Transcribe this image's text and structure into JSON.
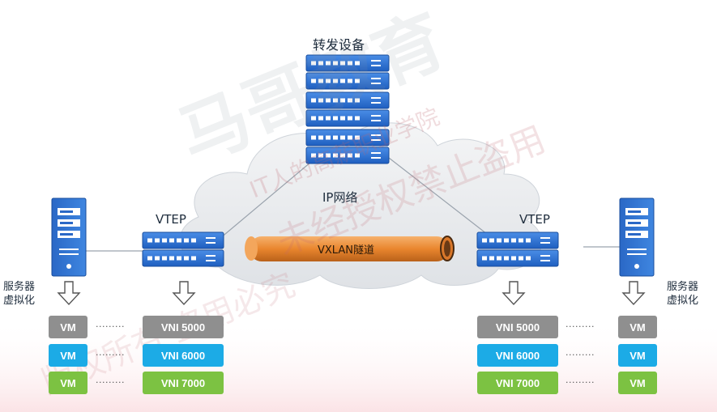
{
  "labels": {
    "forward_device": "转发设备",
    "ip_network": "IP网络",
    "vtep_left": "VTEP",
    "vtep_right": "VTEP",
    "tunnel": "VXLAN隧道",
    "server_virt_left": "服务器\n虚拟化",
    "server_virt_right": "服务器\n虚拟化"
  },
  "left_vms": [
    {
      "label": "VM",
      "color": "#8f8f8f"
    },
    {
      "label": "VM",
      "color": "#1cabe6"
    },
    {
      "label": "VM",
      "color": "#7cc242"
    }
  ],
  "left_vnis": [
    {
      "label": "VNI 5000",
      "color": "#8f8f8f"
    },
    {
      "label": "VNI 6000",
      "color": "#1cabe6"
    },
    {
      "label": "VNI 7000",
      "color": "#7cc242"
    }
  ],
  "right_vnis": [
    {
      "label": "VNI 5000",
      "color": "#8f8f8f"
    },
    {
      "label": "VNI 6000",
      "color": "#1cabe6"
    },
    {
      "label": "VNI 7000",
      "color": "#7cc242"
    }
  ],
  "right_vms": [
    {
      "label": "VM",
      "color": "#8f8f8f"
    },
    {
      "label": "VM",
      "color": "#1cabe6"
    },
    {
      "label": "VM",
      "color": "#7cc242"
    }
  ],
  "dots": "·········",
  "watermark": {
    "brand": "马哥教育",
    "line1": "IT人的高薪职业学院",
    "line2": "未经授权禁止盗用",
    "line3": "版权所有 盗用必究"
  },
  "colors": {
    "device_blue": "#2c6fd0",
    "tunnel_orange": "#e9862e",
    "vm_gray": "#8f8f8f",
    "vm_blue": "#1cabe6",
    "vm_green": "#7cc242"
  }
}
